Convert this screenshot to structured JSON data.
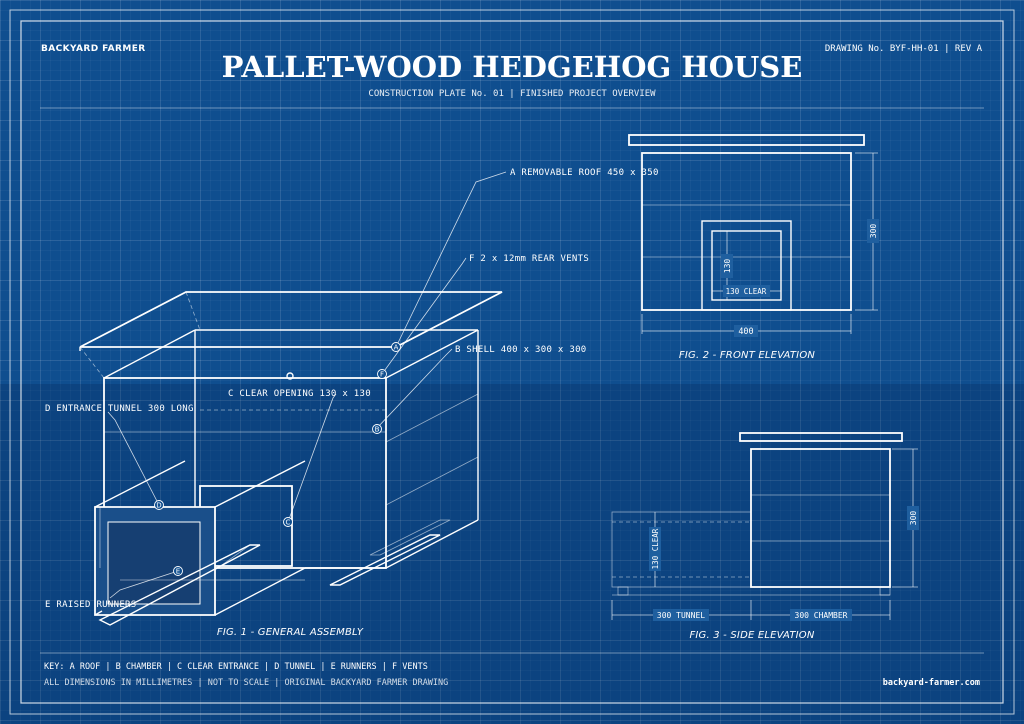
{
  "header": {
    "brand": "BACKYARD FARMER",
    "drawing_no": "DRAWING No. BYF-HH-01  |  REV A",
    "title": "PALLET-WOOD HEDGEHOG HOUSE",
    "subtitle": "CONSTRUCTION PLATE No. 01  |  FINISHED PROJECT OVERVIEW"
  },
  "fig1": {
    "caption": "FIG. 1 - GENERAL ASSEMBLY",
    "callouts": {
      "a": "A  REMOVABLE ROOF 450 x 350",
      "f": "F  2 x 12mm REAR VENTS",
      "b": "B  SHELL 400 x 300 x 300",
      "c": "C  CLEAR OPENING 130 x 130",
      "d": "D  ENTRANCE TUNNEL 300 LONG",
      "e": "E  RAISED RUNNERS"
    },
    "bubbles": {
      "a": "A",
      "b": "B",
      "c": "C",
      "d": "D",
      "e": "E",
      "f": "F"
    }
  },
  "fig2": {
    "caption": "FIG. 2 - FRONT ELEVATION",
    "dim_width": "400",
    "dim_height": "300",
    "dim_opening_h": "130",
    "dim_opening_w": "130 CLEAR"
  },
  "fig3": {
    "caption": "FIG. 3 - SIDE ELEVATION",
    "dim_height": "300",
    "dim_opening": "130 CLEAR",
    "dim_tunnel": "300 TUNNEL",
    "dim_chamber": "300 CHAMBER"
  },
  "footer": {
    "key": "KEY:  A ROOF  |  B CHAMBER  |  C CLEAR ENTRANCE  |  D TUNNEL  |  E RUNNERS  |  F VENTS",
    "notes": "ALL DIMENSIONS IN MILLIMETRES  |  NOT TO SCALE  |  ORIGINAL BACKYARD FARMER DRAWING",
    "url": "backyard-farmer.com"
  },
  "colors": {
    "background": "#0f4e8f",
    "linework": "#ffffff"
  }
}
